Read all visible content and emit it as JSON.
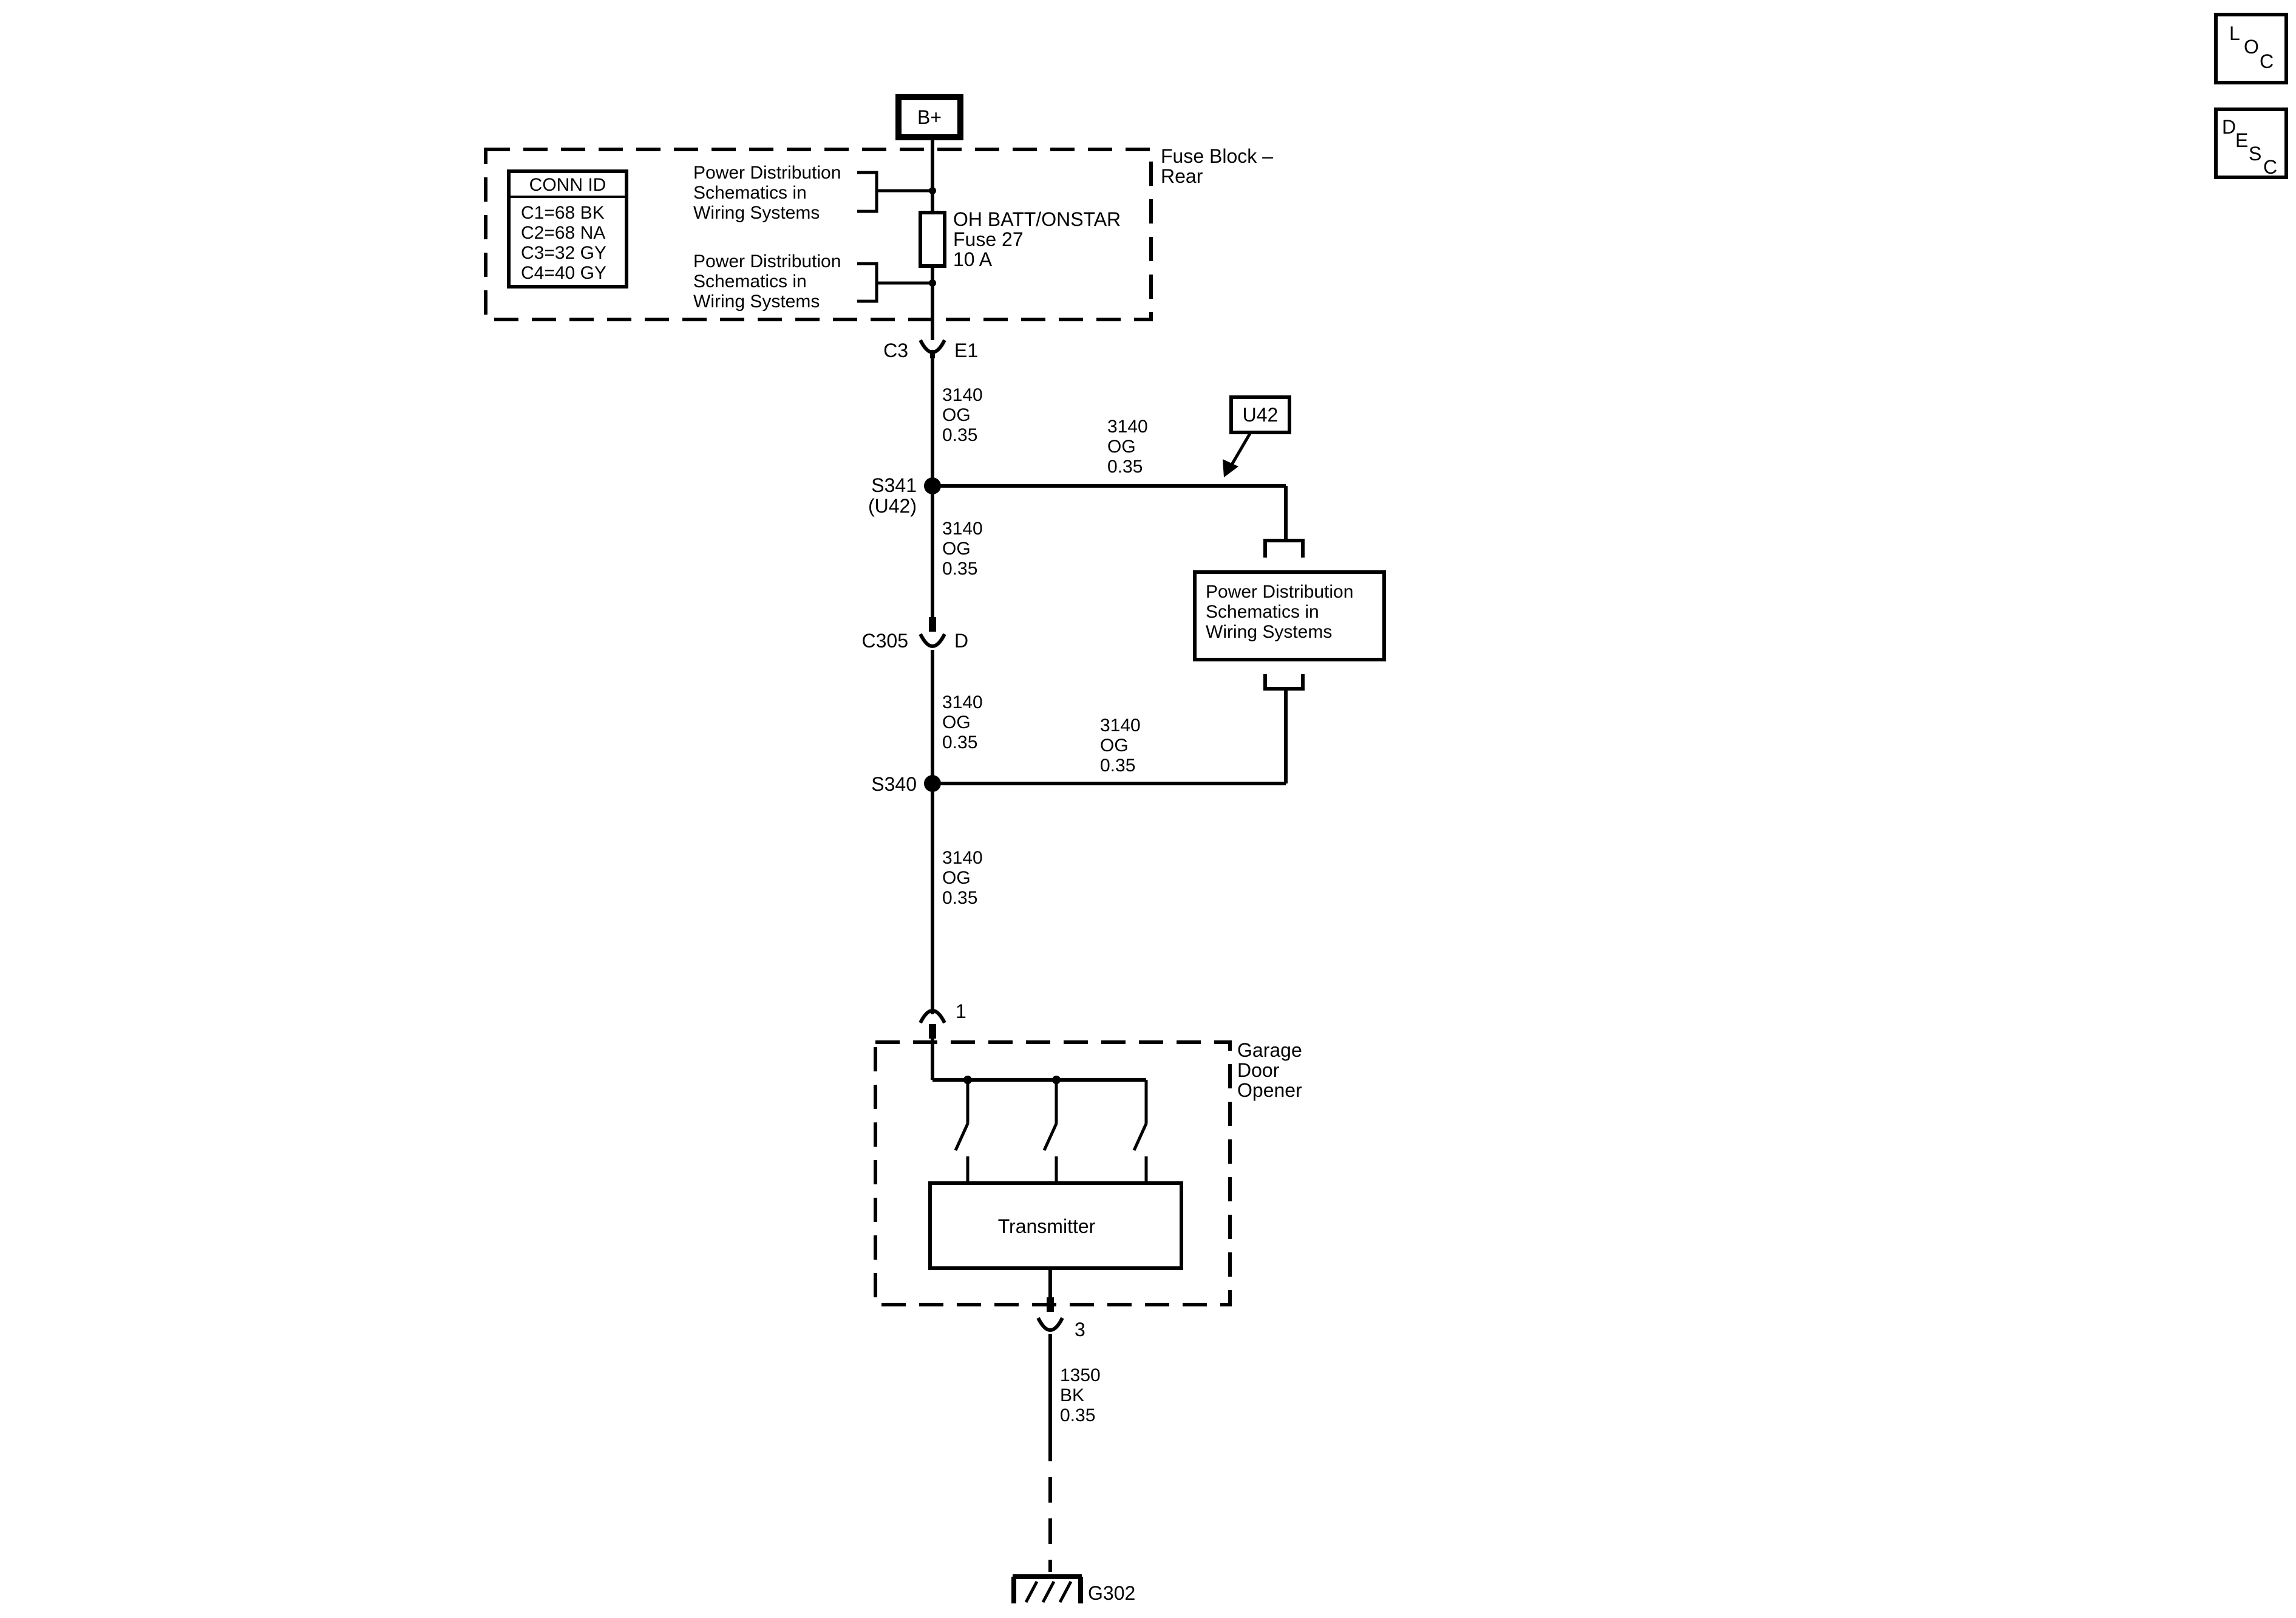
{
  "nav": {
    "loc": [
      "L",
      "O",
      "C"
    ],
    "desc": [
      "D",
      "E",
      "S",
      "C"
    ]
  },
  "power": {
    "bplus": "B+"
  },
  "fuse_block": {
    "title": [
      "Fuse Block –",
      "Rear"
    ],
    "conn_id_title": "CONN ID",
    "conn_ids": [
      "C1=68 BK",
      "C2=68 NA",
      "C3=32 GY",
      "C4=40 GY"
    ],
    "pd_ref_top": [
      "Power Distribution",
      "Schematics in",
      "Wiring Systems"
    ],
    "pd_ref_bottom": [
      "Power Distribution",
      "Schematics in",
      "Wiring Systems"
    ],
    "fuse_label": [
      "OH BATT/ONSTAR",
      "Fuse 27",
      "10 A"
    ]
  },
  "connectors": {
    "c3": {
      "left": "C3",
      "right": "E1"
    },
    "c305": {
      "left": "C305",
      "right": "D"
    },
    "pin1": "1",
    "pin3": "3"
  },
  "splices": {
    "s341": [
      "S341",
      "(U42)"
    ],
    "s340": "S340"
  },
  "wires": {
    "main_1": [
      "3140",
      "OG",
      "0.35"
    ],
    "branch_top": [
      "3140",
      "OG",
      "0.35"
    ],
    "main_2": [
      "3140",
      "OG",
      "0.35"
    ],
    "main_3": [
      "3140",
      "OG",
      "0.35"
    ],
    "branch_bottom": [
      "3140",
      "OG",
      "0.35"
    ],
    "main_4": [
      "3140",
      "OG",
      "0.35"
    ],
    "ground": [
      "1350",
      "BK",
      "0.35"
    ]
  },
  "option_tag": "U42",
  "pd_box": [
    "Power Distribution",
    "Schematics in",
    "Wiring Systems"
  ],
  "garage": {
    "title": [
      "Garage",
      "Door",
      "Opener"
    ],
    "transmitter": "Transmitter"
  },
  "ground": {
    "label": "G302"
  }
}
